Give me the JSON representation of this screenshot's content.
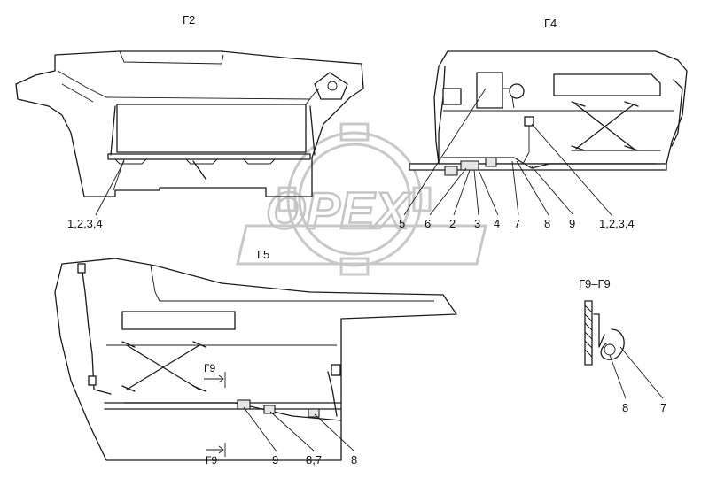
{
  "views": {
    "g2": "Г2",
    "g4": "Г4",
    "g5": "Г5",
    "g9_g9": "Г9–Г9",
    "g9_arrow_top": "Г9",
    "g9_arrow_bottom": "Г9"
  },
  "callouts": {
    "v1_parts": "1,2,3,4",
    "v2_5": "5",
    "v2_6": "6",
    "v2_2": "2",
    "v2_3": "3",
    "v2_4": "4",
    "v2_7": "7",
    "v2_8": "8",
    "v2_9": "9",
    "v2_parts": "1,2,3,4",
    "v3_9": "9",
    "v3_87": "8,7",
    "v3_8": "8",
    "v4_8": "8",
    "v4_7": "7"
  },
  "watermark": "OPEX"
}
